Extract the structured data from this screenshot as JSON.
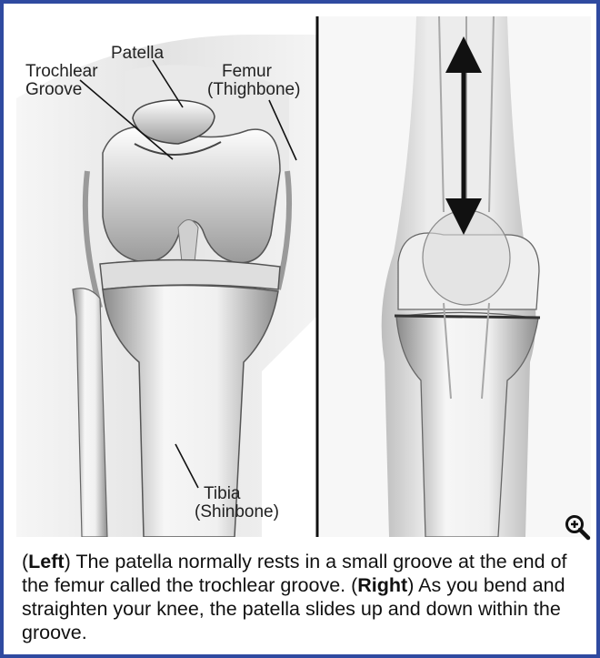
{
  "colors": {
    "frame_border": "#2f4aa0",
    "divider": "#111111",
    "bone_dark": "#555555",
    "bone_light": "#f3f3f3"
  },
  "figure": {
    "labels": {
      "patella": "Patella",
      "trochlear_line1": "Trochlear",
      "trochlear_line2": "Groove",
      "femur_line1": "Femur",
      "femur_line2": "(Thighbone)",
      "tibia_line1": "Tibia",
      "tibia_line2": "(Shinbone)"
    },
    "zoom_icon": "magnifier-plus-icon"
  },
  "caption": {
    "left_open": "(",
    "left_bold": "Left",
    "left_text": ") The patella normally rests in a small groove at the end of the femur called the trochlear groove. (",
    "right_bold": "Right",
    "right_text": ") As you bend and straighten your knee, the patella slides up and down within the groove."
  }
}
